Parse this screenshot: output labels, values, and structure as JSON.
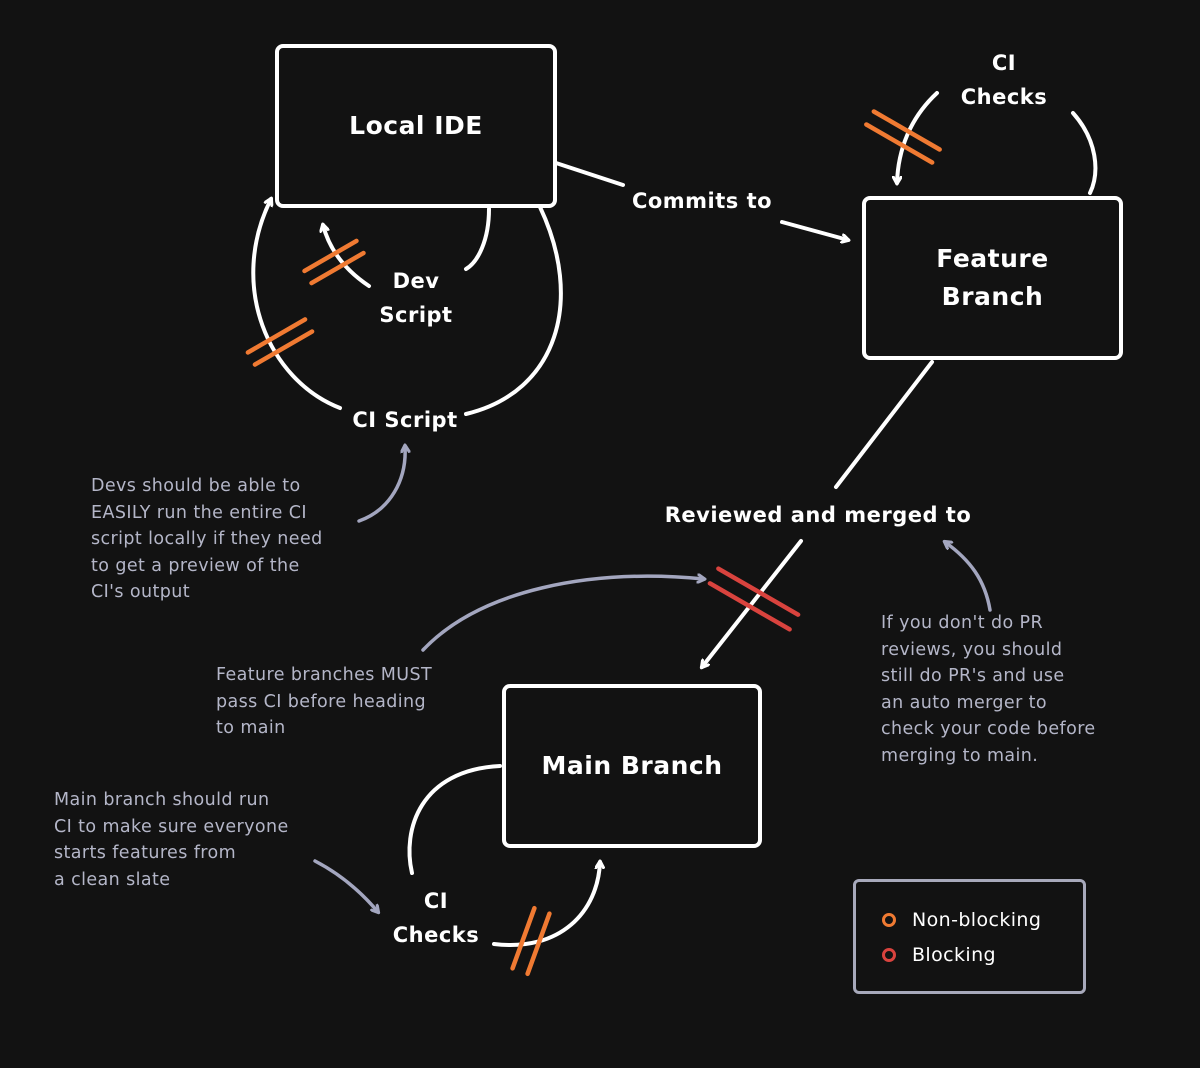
{
  "colors": {
    "background": "#121212",
    "line": "#ffffff",
    "non_blocking": "#f07a32",
    "blocking": "#d9433e",
    "note_text": "#b4b6c8",
    "note_arrow": "#a3a6bf"
  },
  "nodes": {
    "local_ide": "Local IDE",
    "feature_branch": [
      "Feature",
      "Branch"
    ],
    "main_branch": "Main Branch"
  },
  "edge_labels": {
    "commits_to": "Commits to",
    "reviewed_merged": "Reviewed and merged to",
    "dev_script": [
      "Dev",
      "Script"
    ],
    "ci_script": "CI Script",
    "ci_checks_top": [
      "CI",
      "Checks"
    ],
    "ci_checks_bottom": [
      "CI",
      "Checks"
    ]
  },
  "notes": {
    "devs": [
      "Devs should be able to",
      "EASILY run the entire CI",
      "script locally if they need",
      "to get a preview of the",
      "CI's output"
    ],
    "feature": [
      "Feature branches MUST",
      "pass CI before heading",
      "to main"
    ],
    "main": [
      "Main branch should run",
      "CI to make sure everyone",
      "starts features from",
      "a clean slate"
    ],
    "pr": [
      "If you don't do PR",
      "reviews, you should",
      "still do PR's and use",
      "an auto merger to",
      "check your code before",
      "merging to main."
    ]
  },
  "legend": {
    "items": [
      {
        "label": "Non-blocking",
        "color_key": "non_blocking"
      },
      {
        "label": "Blocking",
        "color_key": "blocking"
      }
    ]
  }
}
